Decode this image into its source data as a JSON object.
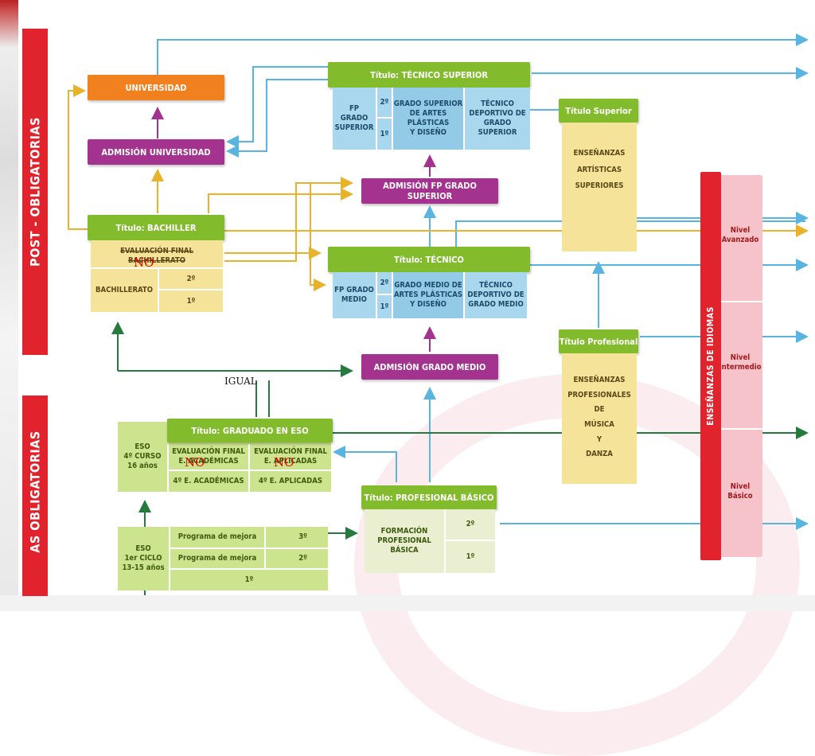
{
  "bands": {
    "post": "POST - OBLIGATORIAS",
    "obl": "AS OBLIGATORIAS",
    "idiomas": "ENSEÑANZAS DE IDIOMAS"
  },
  "universidad": "UNIVERSIDAD",
  "admision_universidad": "ADMISIÓN UNIVERSIDAD",
  "tecnico_superior": {
    "title": "Título: TÉCNICO SUPERIOR",
    "fp": "FP\nGRADO\nSUPERIOR",
    "course_2": "2º",
    "course_1": "1º",
    "artes": "GRADO SUPERIOR\nDE ARTES\nPLÁSTICAS\nY DISEÑO",
    "deportivo": "TÉCNICO\nDEPORTIVO DE\nGRADO\nSUPERIOR"
  },
  "admision_fp_superior": "ADMISIÓN FP GRADO SUPERIOR",
  "titulo_superior": {
    "title": "Título Superior",
    "body": "ENSEÑANZAS\nARTÍSTICAS\nSUPERIORES"
  },
  "bachiller": {
    "title": "Título: BACHILLER",
    "evaluacion": "EVALUACIÓN FINAL BACHILLERATO",
    "label": "BACHILLERATO",
    "course_2": "2º",
    "course_1": "1º"
  },
  "tecnico": {
    "title": "Título: TÉCNICO",
    "fp": "FP GRADO\nMEDIO",
    "course_2": "2º",
    "course_1": "1º",
    "artes": "GRADO MEDIO DE\nARTES PLÁSTICAS\nY DISEÑO",
    "deportivo": "TÉCNICO\nDEPORTIVO DE\nGRADO MEDIO"
  },
  "admision_grado_medio": "ADMISIÓN GRADO MEDIO",
  "titulo_profesional": {
    "title": "Título Profesional",
    "body": "ENSEÑANZAS\nPROFESIONALES\nDE\nMÚSICA\nY\nDANZA"
  },
  "idiomas_levels": [
    "Nivel\nAvanzado",
    "Nivel\nIntermedio",
    "Nivel\nBásico"
  ],
  "eso": {
    "title": "Título: GRADUADO EN ESO",
    "cuarto": "ESO\n4º CURSO\n16 años",
    "eval_academicas": "EVALUACIÓN FINAL\nE. ACADÉMICAS",
    "eval_aplicadas": "EVALUACIÓN FINAL\nE. APLICADAS",
    "academicas": "4º E. ACADÉMICAS",
    "aplicadas": "4º E. APLICADAS",
    "ciclo": "ESO\n1er CICLO\n13-15 años",
    "programa_1": "Programa de mejora",
    "programa_2": "Programa de mejora",
    "curso_3": "3º",
    "curso_2": "2º",
    "curso_1": "1º"
  },
  "basico": {
    "title": "Título: PROFESIONAL BÁSICO",
    "body": "FORMACIÓN\nPROFESIONAL\nBÁSICA",
    "course_2": "2º",
    "course_1": "1º"
  },
  "notes": {
    "no_bachillerato": "NO",
    "igual": "IGUAL",
    "no_academicas": "NO",
    "no_aplicadas": "NO"
  },
  "colors": {
    "green": "#82bc2c",
    "purple": "#a3338f",
    "orange": "#f0811e",
    "blue_arrow": "#5ab4e0",
    "gold_arrow": "#e8b32b",
    "dark_green_arrow": "#247b3d",
    "red_band": "#e1232d"
  }
}
